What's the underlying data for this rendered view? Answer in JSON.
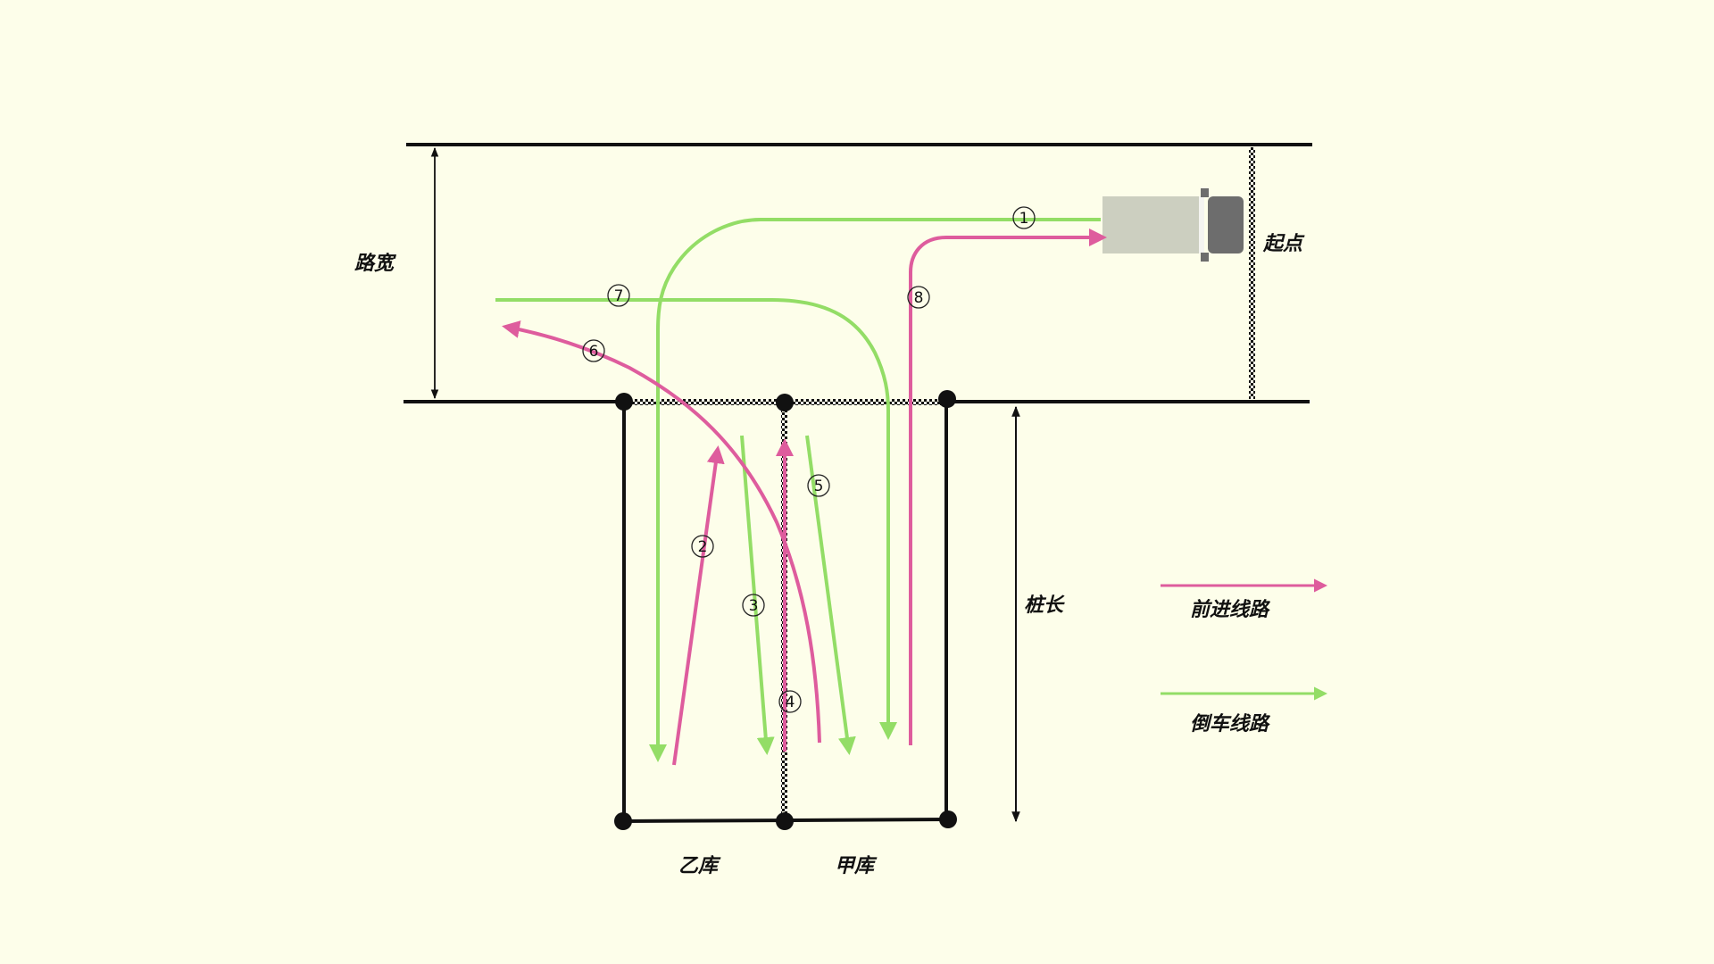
{
  "labels": {
    "road_width": "路宽",
    "start_point": "起点",
    "pile_length": "桩长",
    "garage_yi": "乙库",
    "garage_jia": "甲库"
  },
  "legend": {
    "forward": "前进线路",
    "reverse": "倒车线路"
  },
  "route_numbers": [
    "1",
    "2",
    "3",
    "4",
    "5",
    "6",
    "7",
    "8"
  ],
  "colors": {
    "forward": "#de5c9d",
    "reverse": "#93dd66",
    "background": "#fdfeea",
    "line": "#111111",
    "car_body": "#cccfc0",
    "car_cab": "#6d6d6d"
  }
}
